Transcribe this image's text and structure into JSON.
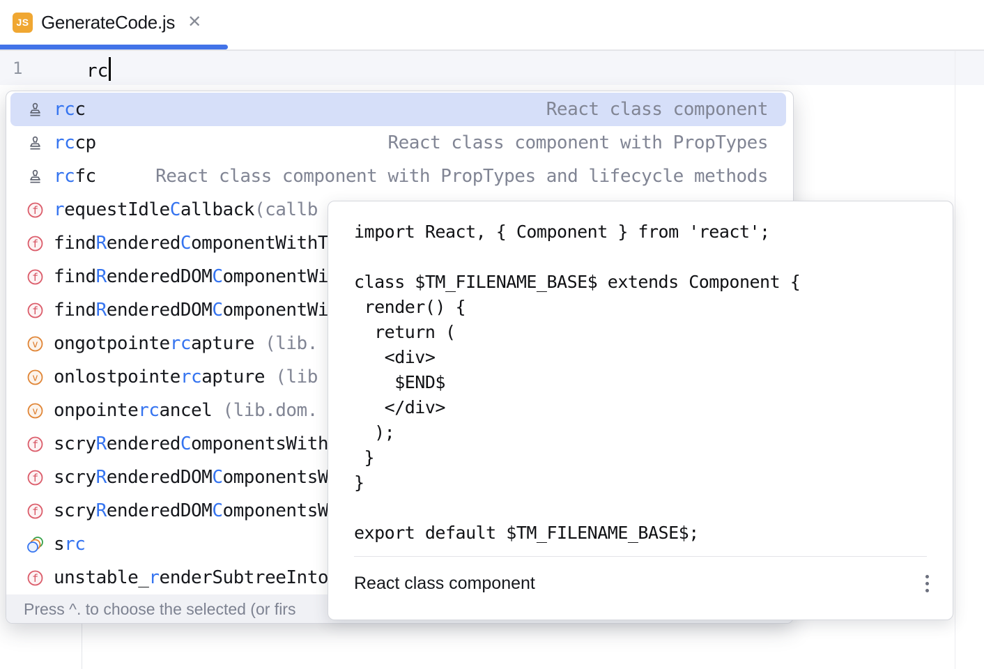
{
  "colors": {
    "accent_blue": "#3574f0",
    "tab_indicator": "#4273e8",
    "selection_bg": "#d6dff9",
    "js_badge": "#f0a732",
    "function_icon_red": "#db5c6a",
    "variable_icon_orange": "#e08536",
    "match_text": "#3574f0",
    "tail_text": "#818594",
    "hint_bg": "#f0f1f5",
    "current_line_bg": "#f5f6fa"
  },
  "tab": {
    "title": "GenerateCode.js",
    "file_icon": "js-file-icon",
    "file_icon_label": "JS",
    "close_icon": "close-icon",
    "close_glyph": "✕"
  },
  "editor": {
    "line_number": "1",
    "line_text": "rc"
  },
  "completion": {
    "items": [
      {
        "icon": "template-icon",
        "selected": true,
        "segments": [
          {
            "t": "rc",
            "m": "match"
          },
          {
            "t": "c",
            "m": "plain"
          }
        ],
        "tail": "React class component"
      },
      {
        "icon": "template-icon",
        "segments": [
          {
            "t": "rc",
            "m": "match"
          },
          {
            "t": "cp",
            "m": "plain"
          }
        ],
        "tail": "React class component with PropTypes"
      },
      {
        "icon": "template-icon",
        "segments": [
          {
            "t": "rc",
            "m": "match"
          },
          {
            "t": "fc",
            "m": "plain"
          }
        ],
        "tail": "React class component with PropTypes and lifecycle methods"
      },
      {
        "icon": "function-icon",
        "segments": [
          {
            "t": "r",
            "m": "match"
          },
          {
            "t": "equestIdle",
            "m": "plain"
          },
          {
            "t": "C",
            "m": "match"
          },
          {
            "t": "allback",
            "m": "plain"
          },
          {
            "t": "(callb",
            "m": "dim"
          }
        ]
      },
      {
        "icon": "function-icon",
        "segments": [
          {
            "t": "find",
            "m": "plain"
          },
          {
            "t": "R",
            "m": "match"
          },
          {
            "t": "endered",
            "m": "plain"
          },
          {
            "t": "C",
            "m": "match"
          },
          {
            "t": "omponentWithT",
            "m": "plain"
          }
        ]
      },
      {
        "icon": "function-icon",
        "segments": [
          {
            "t": "find",
            "m": "plain"
          },
          {
            "t": "R",
            "m": "match"
          },
          {
            "t": "enderedDOM",
            "m": "plain"
          },
          {
            "t": "C",
            "m": "match"
          },
          {
            "t": "omponentWi",
            "m": "plain"
          }
        ]
      },
      {
        "icon": "function-icon",
        "segments": [
          {
            "t": "find",
            "m": "plain"
          },
          {
            "t": "R",
            "m": "match"
          },
          {
            "t": "enderedDOM",
            "m": "plain"
          },
          {
            "t": "C",
            "m": "match"
          },
          {
            "t": "omponentWi",
            "m": "plain"
          }
        ]
      },
      {
        "icon": "variable-icon",
        "segments": [
          {
            "t": "ongotpointe",
            "m": "plain"
          },
          {
            "t": "rc",
            "m": "match"
          },
          {
            "t": "apture",
            "m": "plain"
          },
          {
            "t": " (lib.",
            "m": "dim"
          }
        ]
      },
      {
        "icon": "variable-icon",
        "segments": [
          {
            "t": "onlostpointe",
            "m": "plain"
          },
          {
            "t": "rc",
            "m": "match"
          },
          {
            "t": "apture",
            "m": "plain"
          },
          {
            "t": " (lib",
            "m": "dim"
          }
        ]
      },
      {
        "icon": "variable-icon",
        "segments": [
          {
            "t": "onpointe",
            "m": "plain"
          },
          {
            "t": "rc",
            "m": "match"
          },
          {
            "t": "ancel",
            "m": "plain"
          },
          {
            "t": " (lib.dom.",
            "m": "dim"
          }
        ]
      },
      {
        "icon": "function-icon",
        "segments": [
          {
            "t": "scry",
            "m": "plain"
          },
          {
            "t": "R",
            "m": "match"
          },
          {
            "t": "endered",
            "m": "plain"
          },
          {
            "t": "C",
            "m": "match"
          },
          {
            "t": "omponentsWith",
            "m": "plain"
          }
        ]
      },
      {
        "icon": "function-icon",
        "segments": [
          {
            "t": "scry",
            "m": "plain"
          },
          {
            "t": "R",
            "m": "match"
          },
          {
            "t": "enderedDOM",
            "m": "plain"
          },
          {
            "t": "C",
            "m": "match"
          },
          {
            "t": "omponentsW",
            "m": "plain"
          }
        ]
      },
      {
        "icon": "function-icon",
        "segments": [
          {
            "t": "scry",
            "m": "plain"
          },
          {
            "t": "R",
            "m": "match"
          },
          {
            "t": "enderedDOM",
            "m": "plain"
          },
          {
            "t": "C",
            "m": "match"
          },
          {
            "t": "omponentsW",
            "m": "plain"
          }
        ]
      },
      {
        "icon": "symbol-icon",
        "segments": [
          {
            "t": "s",
            "m": "plain"
          },
          {
            "t": "rc",
            "m": "match"
          }
        ]
      },
      {
        "icon": "function-icon",
        "segments": [
          {
            "t": "unstable_",
            "m": "plain"
          },
          {
            "t": "r",
            "m": "match"
          },
          {
            "t": "enderSubtreeInto",
            "m": "plain"
          }
        ]
      }
    ],
    "hint": "Press ^. to choose the selected (or firs"
  },
  "doc_panel": {
    "code": "import React, { Component } from 'react';\n\nclass $TM_FILENAME_BASE$ extends Component {\n render() {\n  return (\n   <div>\n    $END$\n   </div>\n  );\n }\n}\n\nexport default $TM_FILENAME_BASE$;",
    "description": "React class component",
    "menu_icon": "kebab-menu-icon"
  }
}
